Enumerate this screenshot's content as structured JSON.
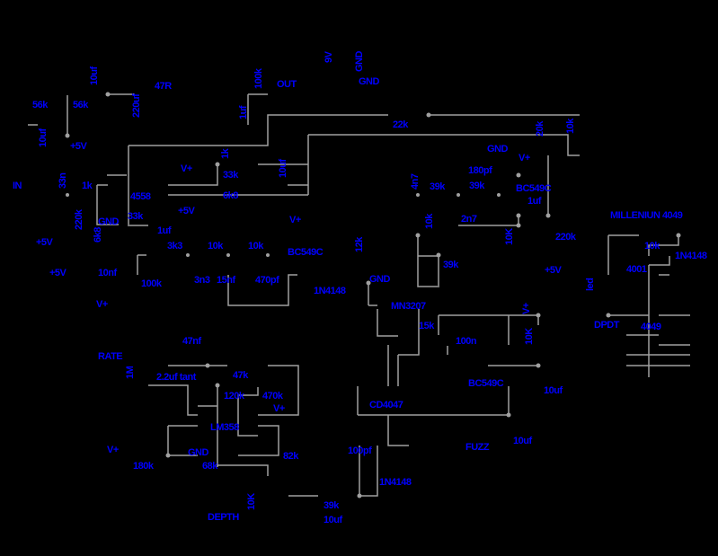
{
  "title": "Millenium 4049 chorus/fuzz schematic",
  "colors": {
    "background": "#000000",
    "label": "#0000ff",
    "wire": "#a0a0a0"
  },
  "labels": [
    "9V",
    "GND",
    "10uf",
    "47R",
    "100k",
    "OUT",
    "GND",
    "56k",
    "56k",
    "220uf",
    "1uf",
    "22k",
    "20k",
    "10k",
    "10uf",
    "+5V",
    "GND",
    "1k",
    "V+",
    "33k",
    "10uf",
    "V+",
    "180pf",
    "IN",
    "33n",
    "1k",
    "4n7",
    "39k",
    "39k",
    "BC549C",
    "4558",
    "6k8",
    "1uf",
    "+5V",
    "33k",
    "GND",
    "220k",
    "V+",
    "1uf",
    "10k",
    "2n7",
    "MILLENIUN 4049",
    "6k8",
    "+5V",
    "3k3",
    "10k",
    "10k",
    "BC549C",
    "12k",
    "10K",
    "220k",
    "10k",
    "1N4148",
    "+5V",
    "10nf",
    "100k",
    "3n3",
    "15nf",
    "470pf",
    "GND",
    "39k",
    "+5V",
    "4001",
    "led",
    "1N4148",
    "V+",
    "MN3207",
    "V+",
    "DPDT",
    "4049",
    "15k",
    "10K",
    "100n",
    "47nf",
    "RATE",
    "1M",
    "2.2uf tant",
    "47k",
    "BC549C",
    "10uf",
    "120k",
    "470k",
    "V+",
    "CD4047",
    "LM358",
    "10uf",
    "V+",
    "GND",
    "FUZZ",
    "100pf",
    "82k",
    "180k",
    "68k",
    "1N4148",
    "10K",
    "DEPTH",
    "39k",
    "10uf"
  ]
}
